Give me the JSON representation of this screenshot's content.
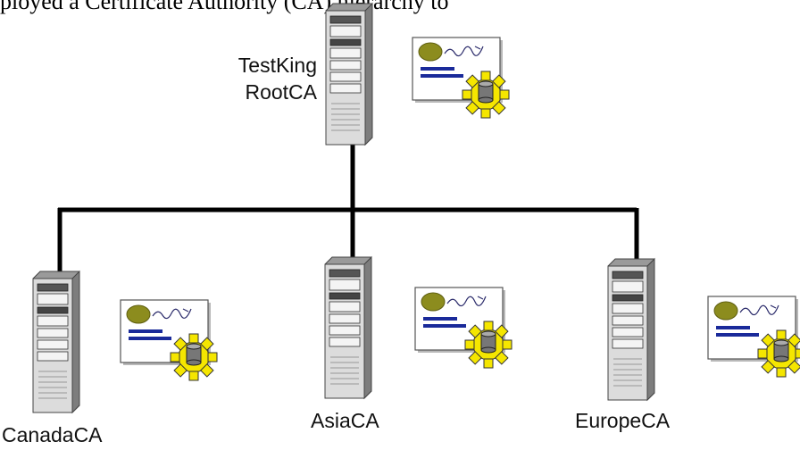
{
  "header": {
    "partial_text": "ployed a Certificate Authority (CA) hierarchy  to"
  },
  "root": {
    "label_line1": "TestKing",
    "label_line2": "RootCA"
  },
  "subordinates": [
    {
      "label": "CanadaCA"
    },
    {
      "label": "AsiaCA"
    },
    {
      "label": "EuropeCA"
    }
  ],
  "icons": {
    "server": "server-tower-icon",
    "certificate": "certificate-icon",
    "seal": "gear-seal-icon"
  },
  "colors": {
    "connector": "#000000",
    "certificate_seal": "#8c8c1e",
    "certificate_bars": "#1a2a9a",
    "gear": "#f5e600",
    "server_body": "#dcdcdc"
  }
}
